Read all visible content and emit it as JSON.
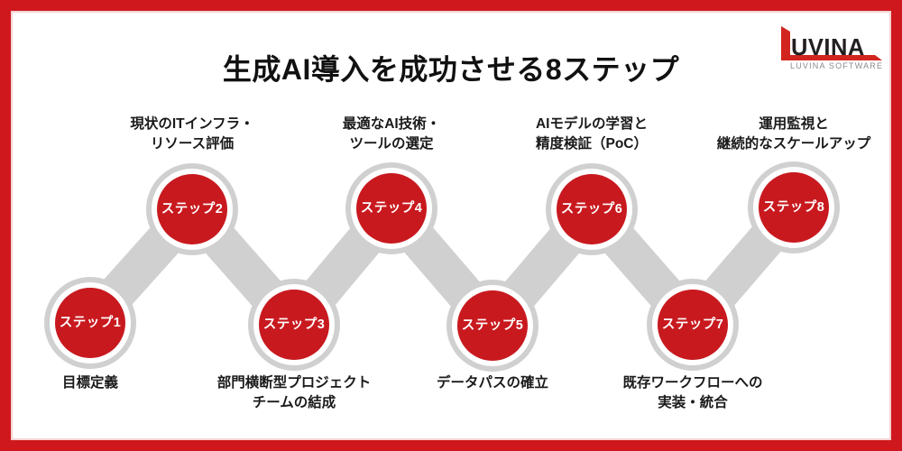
{
  "title": "生成AI導入を成功させる8ステップ",
  "logo": {
    "brand": "UVINA",
    "mark": "L",
    "subtitle": "LUVINA SOFTWARE"
  },
  "colors": {
    "frame_red": "#ce181e",
    "step_red": "#c8191f",
    "logo_red": "#d2251f",
    "connector_gray": "#d0d0d0",
    "logo_text": "#231f20",
    "logo_sub_gray": "#8a8a8a",
    "badge_text": "#ffffff"
  },
  "steps": [
    {
      "badge": "ステップ1",
      "label": "目標定義",
      "position": "bottom"
    },
    {
      "badge": "ステップ2",
      "label": "現状のITインフラ・\nリソース評価",
      "position": "top"
    },
    {
      "badge": "ステップ3",
      "label": "部門横断型プロジェクト\nチームの結成",
      "position": "bottom"
    },
    {
      "badge": "ステップ4",
      "label": "最適なAI技術・\nツールの選定",
      "position": "top"
    },
    {
      "badge": "ステップ5",
      "label": "データパスの確立",
      "position": "bottom"
    },
    {
      "badge": "ステップ6",
      "label": "AIモデルの学習と\n精度検証（PoC）",
      "position": "top"
    },
    {
      "badge": "ステップ7",
      "label": "既存ワークフローへの\n実装・統合",
      "position": "bottom"
    },
    {
      "badge": "ステップ8",
      "label": "運用監視と\n継続的なスケールアップ",
      "position": "top"
    }
  ]
}
